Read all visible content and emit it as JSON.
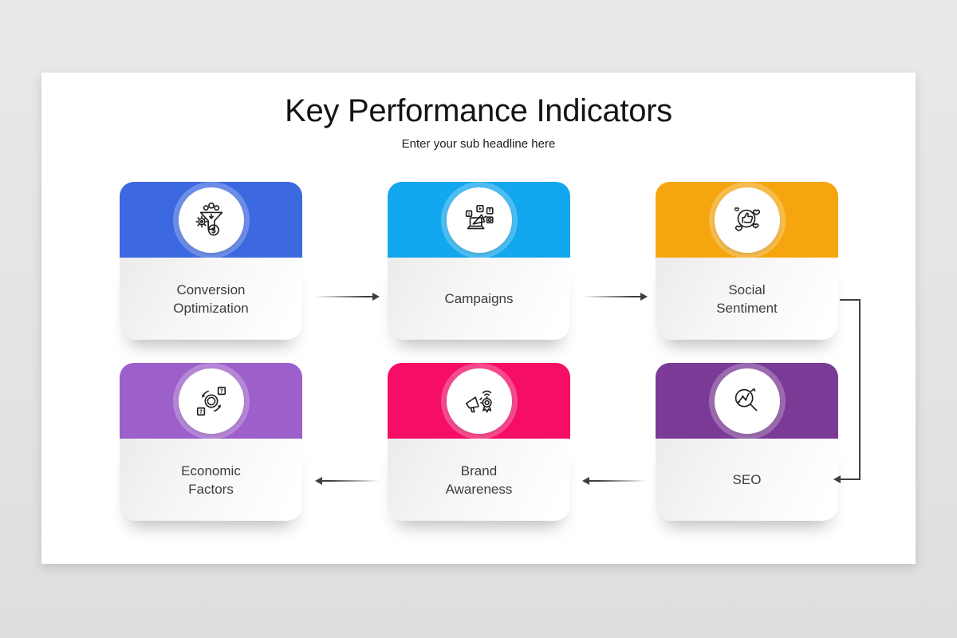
{
  "slide": {
    "title": "Key Performance Indicators",
    "subtitle": "Enter your sub headline here"
  },
  "cards": [
    {
      "id": "conversion-optimization",
      "color": "#3c68e0",
      "icon": "funnel-dollar-icon",
      "line1": "Conversion",
      "line2": "Optimization"
    },
    {
      "id": "campaigns",
      "color": "#12a7ee",
      "icon": "campaign-laptop-icon",
      "line1": "Campaigns",
      "line2": ""
    },
    {
      "id": "social-sentiment",
      "color": "#f5a60f",
      "icon": "thumbs-up-hearts-icon",
      "line1": "Social",
      "line2": "Sentiment"
    },
    {
      "id": "economic-factors",
      "color": "#9d5fca",
      "icon": "economy-cycle-icon",
      "line1": "Economic",
      "line2": "Factors"
    },
    {
      "id": "brand-awareness",
      "color": "#f50d66",
      "icon": "megaphone-badge-icon",
      "line1": "Brand",
      "line2": "Awareness"
    },
    {
      "id": "seo",
      "color": "#7a3a96",
      "icon": "seo-magnifier-icon",
      "line1": "SEO",
      "line2": ""
    }
  ],
  "flow": {
    "connector_color": "#3f3f3f",
    "sequence": "conversion-optimization > campaigns > social-sentiment > seo > brand-awareness > economic-factors"
  }
}
